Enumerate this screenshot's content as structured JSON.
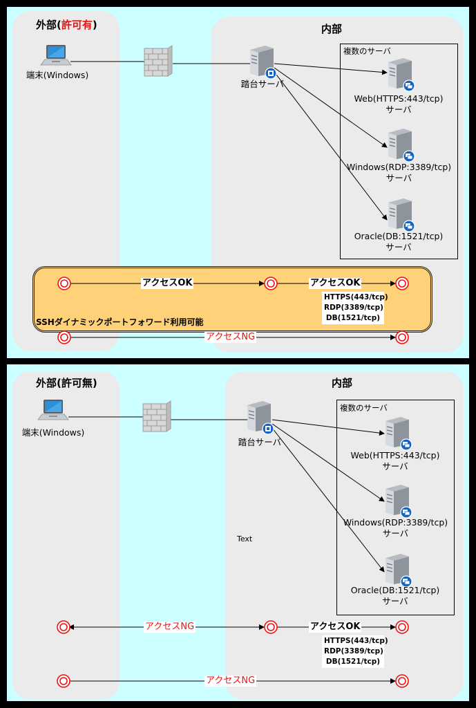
{
  "panels": [
    {
      "external_title": "外部(",
      "external_highlight": "許可有",
      "external_suffix": ")",
      "internal_title": "内部",
      "terminal_label": "端末(Windows)",
      "bastion_label": "踏台サーバ",
      "group_title": "複数のサーバ",
      "servers": [
        {
          "line1": "Web(HTTPS:443/tcp)",
          "line2": "サーバ"
        },
        {
          "line1": "Windows(RDP:3389/tcp)",
          "line2": "サーバ"
        },
        {
          "line1": "Oracle(DB:1521/tcp)",
          "line2": "サーバ"
        }
      ],
      "flow_ext_to_bastion": "アクセスOK",
      "flow_bastion_to_server": "アクセスOK",
      "ports": [
        "HTTPS(443/tcp)",
        "RDP(3389/tcp)",
        "DB(1521/tcp)"
      ],
      "note": "SSHダイナミックポートフォワード利用可能",
      "flow_ext_to_server": "アクセスNG"
    },
    {
      "external_title": "外部(許可無)",
      "internal_title": "内部",
      "terminal_label": "端末(Windows)",
      "bastion_label": "踏台サーバ",
      "group_title": "複数のサーバ",
      "servers": [
        {
          "line1": "Web(HTTPS:443/tcp)",
          "line2": "サーバ"
        },
        {
          "line1": "Windows(RDP:3389/tcp)",
          "line2": "サーバ"
        },
        {
          "line1": "Oracle(DB:1521/tcp)",
          "line2": "サーバ"
        }
      ],
      "stray_text": "Text",
      "flow_ext_to_bastion": "アクセスNG",
      "flow_bastion_to_server": "アクセスOK",
      "ports": [
        "HTTPS(443/tcp)",
        "RDP(3389/tcp)",
        "DB(1521/tcp)"
      ],
      "flow_ext_to_server": "アクセスNG"
    }
  ],
  "colors": {
    "panel_background": "#ccffff",
    "zone_background": "#ebebeb",
    "note_background": "#ffd27a",
    "endpoint_red": "#e11",
    "highlight_red": "#e11"
  },
  "icons": {
    "terminal": "laptop-icon",
    "firewall": "firewall-icon",
    "bastion": "server-icon",
    "server": "server-icon"
  }
}
